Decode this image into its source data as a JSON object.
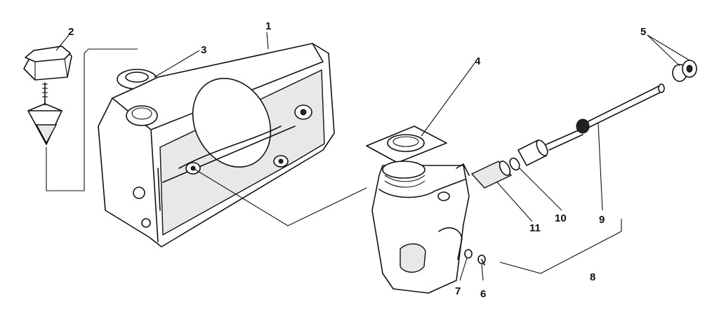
{
  "callouts": {
    "c1": "1",
    "c2": "2",
    "c3": "3",
    "c4": "4",
    "c5": "5",
    "c6": "6",
    "c7": "7",
    "c8": "8",
    "c9": "9",
    "c10": "10",
    "c11": "11"
  },
  "colors": {
    "line": "#111111",
    "background": "#ffffff"
  }
}
